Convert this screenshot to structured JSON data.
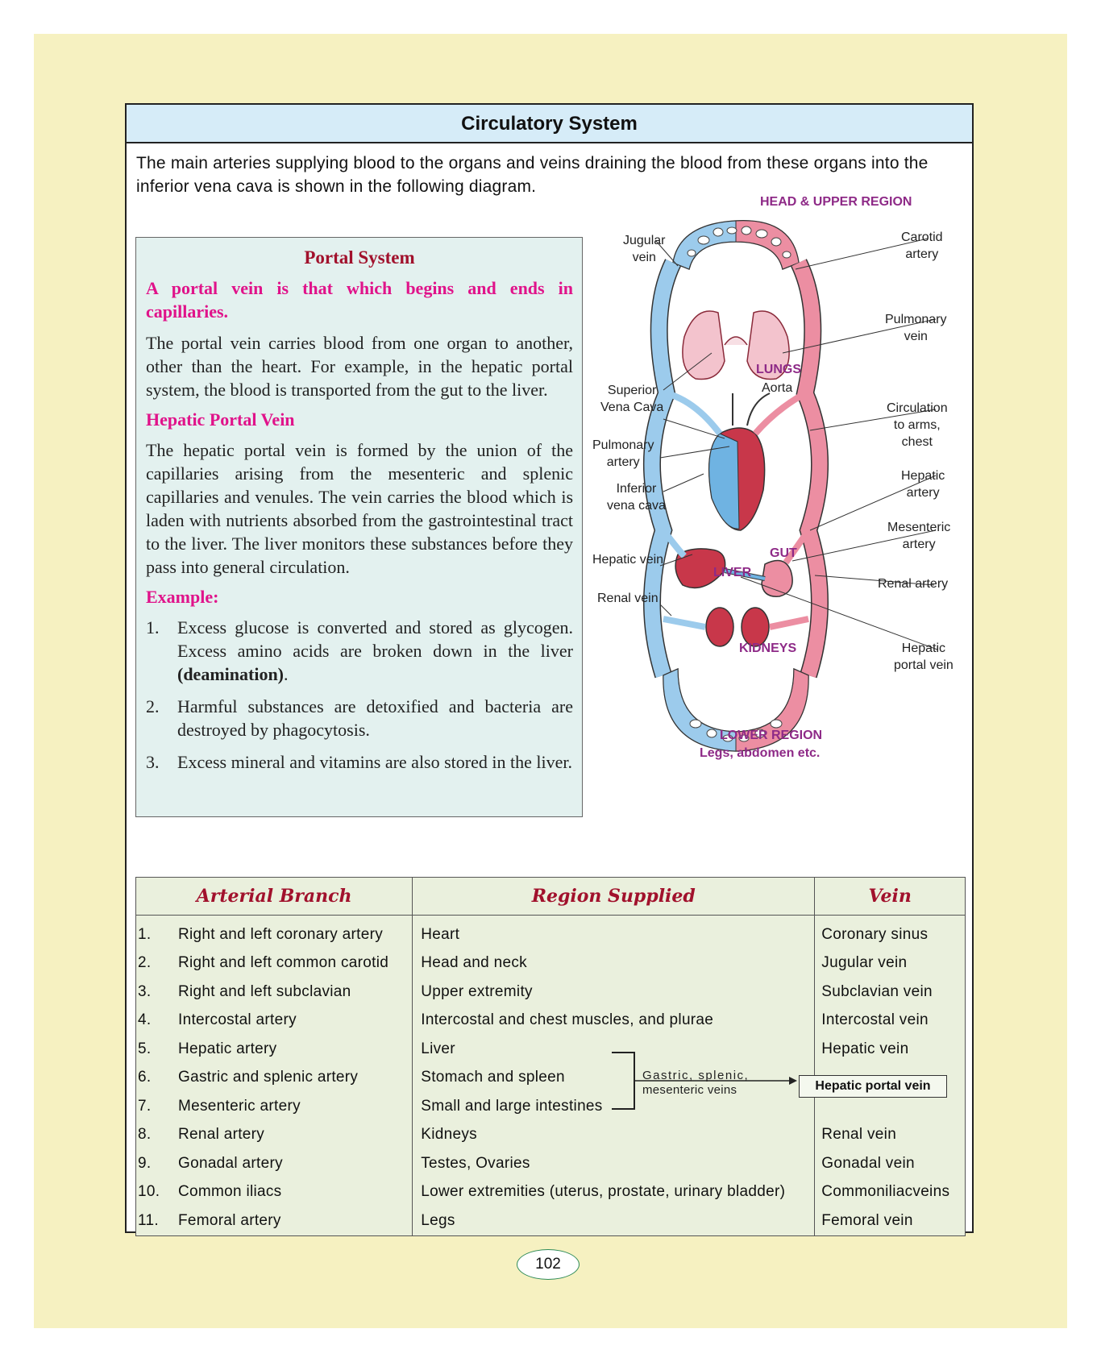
{
  "title": "Circulatory System",
  "intro": "The main arteries supplying blood to the organs and veins draining the blood from these organs into the inferior vena cava is shown in the following diagram.",
  "portal": {
    "title": "Portal System",
    "definition": "A portal vein is that which begins and ends in capillaries.",
    "para1": "The portal vein carries blood from one organ to another, other than the heart. For example, in the hepatic portal system, the blood is transported from the gut to the liver.",
    "heading2": "Hepatic Portal Vein",
    "para2": "The hepatic portal vein is formed by the union of the capillaries arising from the mesenteric and splenic capillaries and venules. The vein carries the blood which is laden with nutrients absorbed from the gastrointestinal tract to the liver. The liver monitors these substances before they pass into general circulation.",
    "example_heading": "Example:",
    "examples": [
      {
        "num": "1.",
        "pre": "Excess glucose is converted and stored as glycogen. Excess amino acids are broken down in the liver ",
        "bold": "(deamination)",
        "post": "."
      },
      {
        "num": "2.",
        "text": "Harmful substances are detoxified and bacteria are destroyed by phagocytosis."
      },
      {
        "num": "3.",
        "text": "Excess mineral and vitamins are also stored in the liver."
      }
    ]
  },
  "diagram": {
    "head_region": "HEAD & UPPER REGION",
    "lower_region": "LOWER REGION",
    "lower_sub": "Legs, abdomen etc.",
    "organs": {
      "lungs": "LUNGS",
      "liver": "LIVER",
      "gut": "GUT",
      "kidneys": "KIDNEYS",
      "aorta": "Aorta"
    },
    "labels_left": {
      "jugular_1": "Jugular",
      "jugular_2": "vein",
      "svc_1": "Superior",
      "svc_2": "Vena Cava",
      "pa_1": "Pulmonary",
      "pa_2": "artery",
      "ivc_1": "Inferior",
      "ivc_2": "vena cava",
      "hepatic_vein": "Hepatic vein",
      "renal_vein": "Renal vein"
    },
    "labels_right": {
      "carotid_1": "Carotid",
      "carotid_2": "artery",
      "pv_1": "Pulmonary",
      "pv_2": "vein",
      "circ_1": "Circulation",
      "circ_2": "to arms,",
      "circ_3": "chest",
      "ha_1": "Hepatic",
      "ha_2": "artery",
      "ma_1": "Mesenteric",
      "ma_2": "artery",
      "renal_artery": "Renal artery",
      "hpv_1": "Hepatic",
      "hpv_2": "portal vein"
    },
    "colors": {
      "vein": "#8fc6ea",
      "artery": "#e8788f",
      "organ": "#c8374a"
    }
  },
  "table": {
    "headers": [
      "Arterial Branch",
      "Region Supplied",
      "Vein"
    ],
    "rows": [
      {
        "num": "1.",
        "artery": "Right and left coronary artery",
        "region": "Heart",
        "vein": "Coronary sinus"
      },
      {
        "num": "2.",
        "artery": "Right and left common carotid",
        "region": "Head and neck",
        "vein": "Jugular vein"
      },
      {
        "num": "3.",
        "artery": "Right and left subclavian",
        "region": "Upper extremity",
        "vein": "Subclavian vein"
      },
      {
        "num": "4.",
        "artery": "Intercostal artery",
        "region": "Intercostal and chest muscles, and plurae",
        "vein": "Intercostal vein"
      },
      {
        "num": "5.",
        "artery": "Hepatic artery",
        "region": "Liver",
        "vein": "Hepatic vein"
      },
      {
        "num": "6.",
        "artery": "Gastric and splenic artery",
        "region": "Stomach and spleen",
        "vein": ""
      },
      {
        "num": "7.",
        "artery": "Mesenteric artery",
        "region": "Small and large intestines",
        "vein": ""
      },
      {
        "num": "8.",
        "artery": "Renal artery",
        "region": "Kidneys",
        "vein": "Renal vein"
      },
      {
        "num": "9.",
        "artery": "Gonadal artery",
        "region": "Testes, Ovaries",
        "vein": "Gonadal vein"
      },
      {
        "num": "10.",
        "artery": "Common iliacs",
        "region": "Lower extremities (uterus, prostate, urinary bladder)",
        "vein": "Commoniliacveins"
      },
      {
        "num": "11.",
        "artery": "Femoral artery",
        "region": "Legs",
        "vein": "Femoral vein"
      }
    ],
    "bracket_note_1": "Gastric, splenic,",
    "bracket_note_2": "mesenteric veins",
    "merged_vein": "Hepatic portal vein"
  },
  "page_number": "102"
}
